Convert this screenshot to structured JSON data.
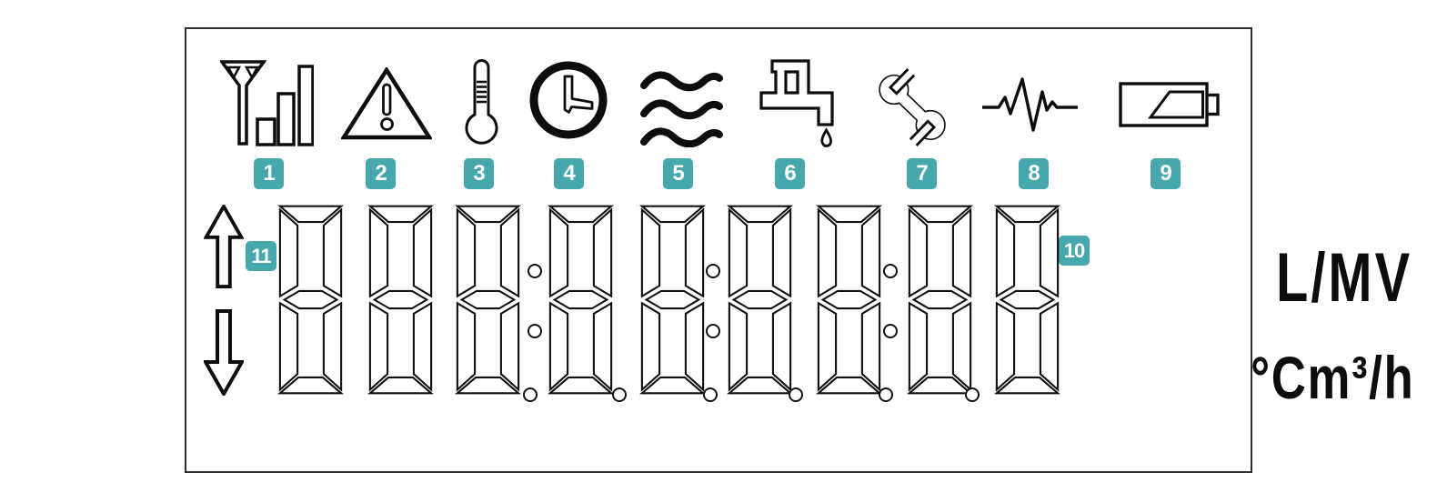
{
  "panel": {
    "icons": [
      {
        "name": "signal-strength",
        "badge": "1"
      },
      {
        "name": "warning",
        "badge": "2"
      },
      {
        "name": "temperature",
        "badge": "3"
      },
      {
        "name": "time",
        "badge": "4"
      },
      {
        "name": "water-flow",
        "badge": "5"
      },
      {
        "name": "leak-faucet",
        "badge": "6"
      },
      {
        "name": "service-wrench",
        "badge": "7"
      },
      {
        "name": "pulse",
        "badge": "8"
      },
      {
        "name": "battery",
        "badge": "9"
      }
    ],
    "display": {
      "digit_count": 9,
      "digit_style": "seven-segment-outline-8",
      "colon_after_digits": [
        3,
        5,
        7
      ],
      "decimal_after_digits": [
        3,
        4,
        5,
        6,
        7,
        8
      ],
      "badge_units": "10",
      "badge_direction": "11",
      "units_top": "L/MV",
      "units_bottom": "°Cm³/h"
    },
    "colors": {
      "badge_teal": "#46a8ac",
      "ink": "#111111",
      "background": "#ffffff"
    }
  }
}
